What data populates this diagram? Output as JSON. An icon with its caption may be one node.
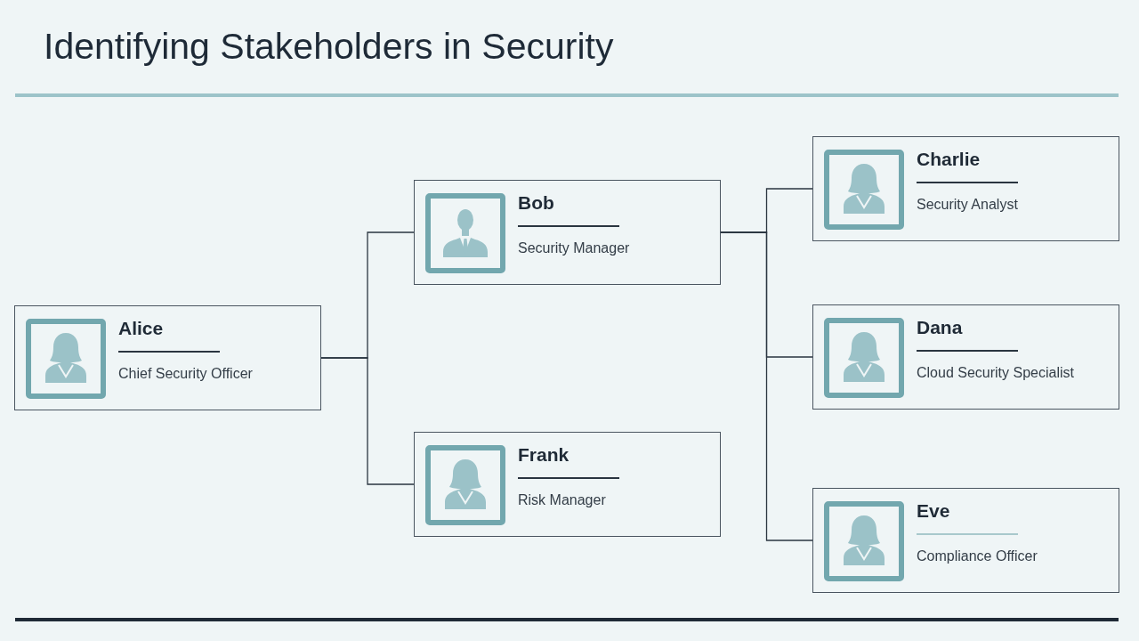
{
  "diagram": {
    "title": "Identifying Stakeholders in Security",
    "nodes": [
      {
        "text": [
          "Alice",
          "Chief Security Officer"
        ]
      },
      {
        "text": [
          "Bob",
          "Security Manager"
        ]
      },
      {
        "text": [
          "Frank",
          "Risk Manager"
        ]
      },
      {
        "text": [
          "Charlie",
          "Security Analyst"
        ]
      },
      {
        "text": [
          "Dana",
          "Cloud Security Specialist"
        ]
      },
      {
        "text": [
          "Eve",
          "Compliance Officer"
        ]
      }
    ],
    "edges": [
      {
        "from": 0,
        "to": 1,
        "arrow": "none"
      },
      {
        "from": 0,
        "to": 2,
        "arrow": "none"
      },
      {
        "from": 1,
        "to": 3,
        "arrow": "none"
      },
      {
        "from": 1,
        "to": 4,
        "arrow": "none"
      },
      {
        "from": 1,
        "to": 5,
        "arrow": "none"
      }
    ]
  }
}
